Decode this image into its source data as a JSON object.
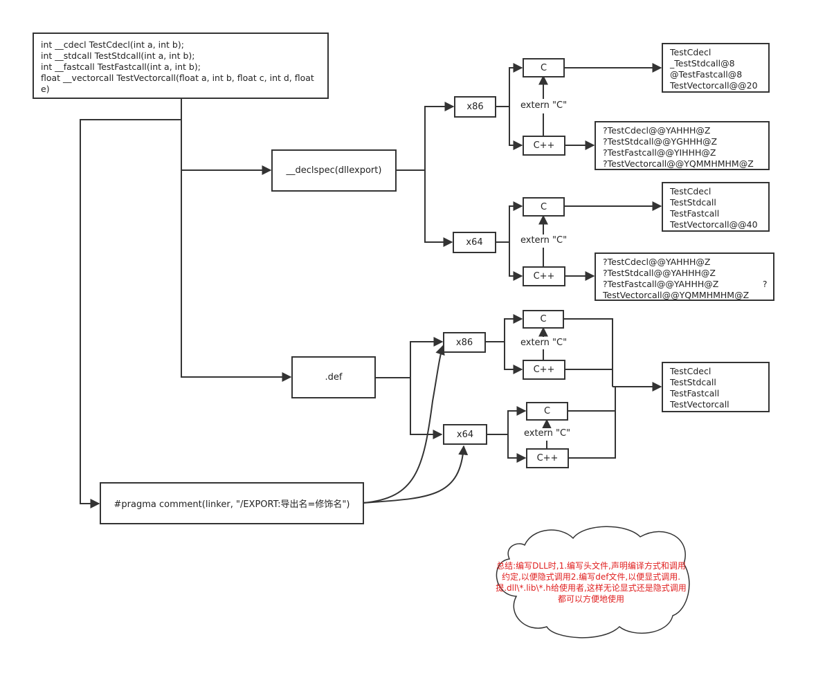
{
  "declarations": [
    "int __cdecl TestCdecl(int a, int b);",
    "int __stdcall TestStdcall(int a, int b);",
    "int __fastcall TestFastcall(int a, int b);",
    "float __vectorcall TestVectorcall(float a, int b, float c, int d, float e)"
  ],
  "methods": {
    "declspec": "__declspec(dllexport)",
    "def": ".def",
    "pragma": "#pragma comment(linker, \"/EXPORT:导出名=修饰名\")"
  },
  "arch": {
    "x86": "x86",
    "x64": "x64"
  },
  "lang": {
    "c": "C",
    "cpp": "C++"
  },
  "extern_c": "extern \"C\"",
  "results": {
    "declspec_x86_c": [
      "TestCdecl",
      "_TestStdcall@8",
      "@TestFastcall@8",
      "TestVectorcall@@20"
    ],
    "declspec_x86_cpp": [
      "?TestCdecl@@YAHHH@Z",
      "?TestStdcall@@YGHHH@Z",
      "?TestFastcall@@YIHHH@Z",
      "?TestVectorcall@@YQMMHMHM@Z"
    ],
    "declspec_x64_c": [
      "TestCdecl",
      "TestStdcall",
      "TestFastcall",
      "TestVectorcall@@40"
    ],
    "declspec_x64_cpp": [
      "?TestCdecl@@YAHHH@Z",
      "?TestStdcall@@YAHHH@Z",
      "?TestFastcall@@YAHHH@Z                ?",
      "TestVectorcall@@YQMMHMHM@Z"
    ],
    "def_all": [
      "TestCdecl",
      "TestStdcall",
      "TestFastcall",
      "TestVectorcall"
    ]
  },
  "summary": "总结:编写DLL时,1.编写头文件,声明编译方式和调用约定,以便隐式调用2.编写def文件,以便显式调用.提.dll\\*.lib\\*.h给使用者,这样无论显式还是隐式调用都可以方便地使用",
  "colors": {
    "line": "#333333",
    "summary_text": "#e02020"
  }
}
